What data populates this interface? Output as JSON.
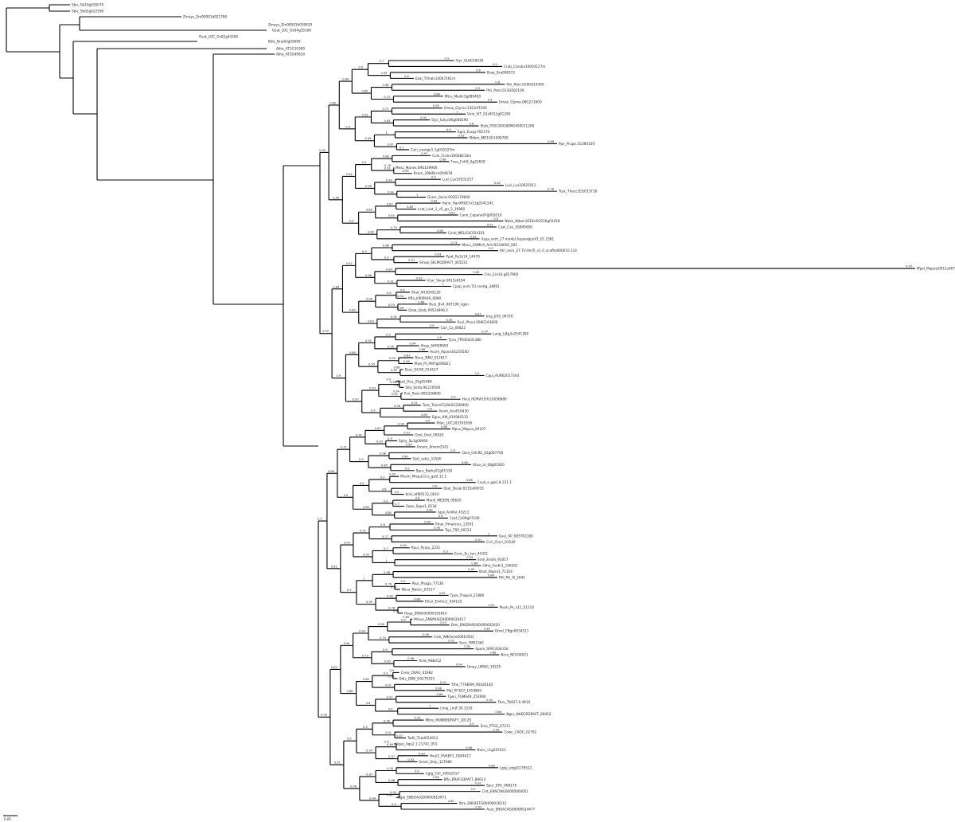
{
  "tree": {
    "scale_bar_label": "0.05",
    "leaves": [
      "Sbic_Sb10g026070",
      "Sbic_Sb02g022590",
      "Zmays_Zm00001d021780",
      "Zmays_Zm00001d039420",
      "Osat_LOC_Os04g35100",
      "Osat_LOC_Os02g43260",
      "Bdis_Bradi3g05690",
      "Atha_AT1G10300",
      "Atha_AT3G49910",
      "Alyr_AL6G10030",
      "Crub_Carubv10004127m",
      "Brap_Bra008372",
      "Esal_Thhalv10007261m",
      "Ptri_Potri.019G014300",
      "Ptri_Potri.013G002100",
      "Mtru_Medtr3g089450",
      "Gmax_Glyma.06G271600",
      "Gmax_Glyma.12G197200",
      "Vvin_VIT_02s0012g01290",
      "Slyc_Solyc06g068190",
      "Stub_PGSC0003DMG400011208",
      "Egra_Eucgr.F02170",
      "Mdom_MD10G1099700",
      "Ppe_Prupe.1G360100",
      "Csin_orange1.1g015227m",
      "Ccle_Ciclev10008210m",
      "Fves_FvH4_6g21650",
      "Mesc_Manes.09G149900",
      "Rcom_29848.m004678",
      "Lusi_Lus10031257",
      "Lusi_Lus10025012",
      "Tcac_Thecc1EG033718",
      "Gram_Gorai.002G170600",
      "Hann_HanXRQChr11g0341241",
      "Lsat_Lsat_1_v5_gn_2_19960",
      "Cann_Capana07g002010",
      "Nben_Niben101Scf03216g01018",
      "Csat_Csa_3G845650",
      "Cmel_MELO3C024331",
      "Aspa_evm_27.model.AsparagusV1_01.2381",
      "Macu_GSMUA_Achr5G18050_001",
      "Atri_evm_27.TU.AmTr_v1.0_scaffold00010.114",
      "Ppat_Pp3c14_14470",
      "Smoe_SELMODRAFT_445231",
      "Mpol_Mapoly0011s0071",
      "Crei_Cre16.g657900",
      "Vcar_Vocar.0015s0194",
      "Cpap_evm.TU.contig_34891",
      "Ahal_AH3G45120",
      "Kfla_kfl00040_0080",
      "Bvul_Bv4_087190_xgsn",
      "Qrob_Qrob_P0524890.2",
      "Jreg_Jr05_09720",
      "Pvul_Phvul.008G164600",
      "Cari_Ca_06822",
      "Lang_Lj4g3v2541300",
      "Tpra_TP03G031380",
      "Ahyp_AH000650",
      "Acom_Aqcoe3G210500",
      "Nnuc_NNU_012617",
      "Ptae_Pt_RM7g006821",
      "Dcar_DCAR_014527",
      "Cqui_AUR62017344",
      "Ocat_Oca_25g02460",
      "Sita_Seita.9G210500",
      "Pvir_Pavir.9KG256800",
      "Hvul_HORVU1Hr1G056680",
      "Taes_TraesCS3A02G296400",
      "Acom_Aco016430",
      "Eguu_XM_010940215",
      "Pdac_LOC103701938",
      "Mpus_Mapus_00107",
      "Ocol_Ocol_05920",
      "Sphy_Sp1g09060",
      "Amem_Amem2541",
      "Cbra_CHLRE_02g087700",
      "Ostl_ostlu_31540",
      "Otau_ot_08g01920",
      "Bpra_Bathy01g01530",
      "Mcom_MicpuC2.e_gw2.11.1",
      "Csub_e_gw1.8.221.1",
      "Dsal_Dusal.0215s00015",
      "Kniv_kfl00112_0010",
      "Mend_MESEN_05620",
      "Sapo_Sapo1_0234",
      "Apal_AmPal_43211",
      "Czof_Cz09g07100",
      "Pmar_Pmarinus_13501",
      "Tspi_TSP_00723",
      "Gsul_XP_005702180",
      "Ccri_Chcri_01540",
      "Ppur_Pyrpu_2231",
      "Eunc_Eu_ten_44321",
      "Emil_EmiIh_91017",
      "Gthe_Guith1_106352",
      "Bnat_Bigna1_71324",
      "Rfil_Rh_fil_2041",
      "Paur_Phaga_77130",
      "Nocu_Naocu_03317",
      "Tpse_Thaps3_21880",
      "Ehux_Emihu1_434122",
      "Psom_Ps_v11_51210",
      "Hsap_ENSG00000105610",
      "Mmus_ENSMUSG00000030417",
      "Drer_ENSDARG00000042610",
      "Dmel_FBgn0034511",
      "Cele_WBGene00010542",
      "Scer_YMR156C",
      "Spom_SPAC4G8.03c",
      "Ncra_NCU04021",
      "Anid_AN8312",
      "Umay_UMAG_10225",
      "Cneo_CNAG_01982",
      "Ddis_DDB_G0279103",
      "Tthe_TTHERM_00426140",
      "Pfal_PF3D7_1019800",
      "Tgon_TGME49_253900",
      "Tbru_Tb927.6.4910",
      "Lmaj_LmjF.30.1510",
      "Ngru_NAEGRDRAFT_68452",
      "Mbre_MONBRDRAFT_30129",
      "Sros_PTSG_07211",
      "Cowc_CAOG_02761",
      "Tadh_TriadG54012",
      "Aque_Aqu2.1.21741_001",
      "Nvec_v1g207421",
      "Hvul2_HVAEP1_G004417",
      "Sman_Smp_127980",
      "Lgig_LotgiG176512",
      "Cgig_CGI_10012517",
      "Bflo_BRAFLDRAFT_86613",
      "Spur_SPU_008170",
      "Cint_ENSCING00000004051",
      "Ggal_ENSGALG00000010071",
      "Xtro_ENSXETG00000016512",
      "Acar_ENSACAG00000014477"
    ],
    "support_values": [
      "0.5",
      "0.9",
      "0.6",
      "0.8",
      "0.7",
      "0.99",
      "0.6",
      "0.9",
      "0.88",
      "0.9",
      "0.98",
      "0.72",
      "0.9",
      "0.85",
      "0.95",
      "1",
      "0.91",
      "0.8",
      "0.77",
      "0.99",
      "0.9",
      "0.93",
      "0.86",
      "0.7",
      "1",
      "0.97",
      "0.92",
      "0.95",
      "0.84",
      "0.9",
      "0.97",
      "0.98",
      "0.76",
      "0.95",
      "0.88",
      "0.91",
      "0.9",
      "0.82",
      "0.78",
      "1",
      "0.99",
      "0.94",
      "0.9",
      "0.96",
      "0.81",
      "0.89",
      "0.93",
      "0.9",
      "0.87",
      "0.95",
      "0.91",
      "0.98",
      "0.79",
      "0.92",
      "0.88",
      "0.96",
      "0.94",
      "0.9",
      "0.85",
      "0.99",
      "0.73",
      "0.9",
      "0.93",
      "0.97",
      "0.86",
      "0.9",
      "0.95",
      "0.89",
      "0.92",
      "1",
      "0.84",
      "0.91",
      "0.9",
      "0.96",
      "0.8",
      "0.94",
      "0.88",
      "0.99",
      "0.9",
      "0.93",
      "0.87",
      "0.95",
      "0.91",
      "0.9",
      "0.98",
      "0.83",
      "0.92",
      "0.89",
      "0.97",
      "0.9",
      "0.94",
      "0.86",
      "0.9",
      "0.96",
      "0.81",
      "0.93",
      "0.88",
      "0.9",
      "0.99",
      "0.85",
      "0.92",
      "0.95",
      "0.9",
      "0.87",
      "0.94",
      "0.9",
      "0.98",
      "0.82",
      "0.91",
      "0.9",
      "0.96",
      "0.89",
      "0.93",
      "0.9",
      "0.88",
      "0.97",
      "0.84",
      "0.9",
      "0.95",
      "0.92",
      "0.9",
      "0.86",
      "0.99",
      "0.91",
      "0.9",
      "0.94",
      "0.87",
      "0.93",
      "0.9",
      "0.96",
      "0.89",
      "0.9",
      "0.98",
      "0.85",
      "0.92",
      "0.9",
      "0.95",
      "0.88",
      "0.9"
    ]
  }
}
